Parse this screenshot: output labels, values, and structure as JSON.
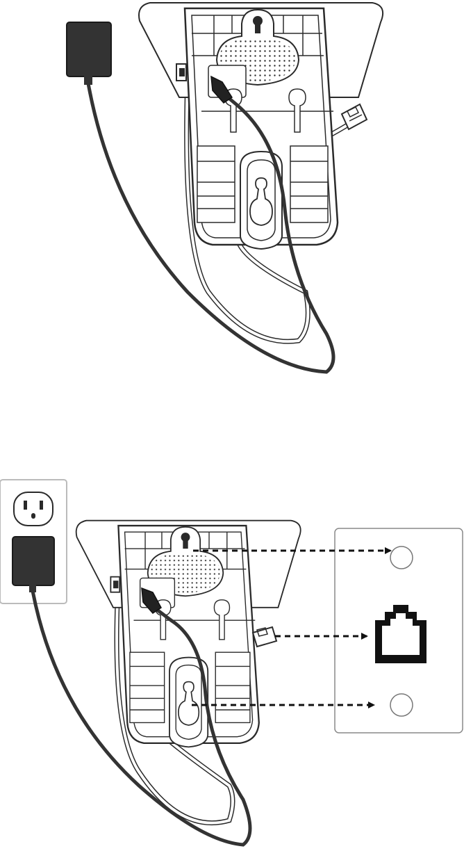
{
  "diagram": {
    "panels": [
      {
        "name": "step-1-connect-cords",
        "components": [
          "power-adapter",
          "power-cord",
          "telephone-line-cord",
          "telephone-base-bottom",
          "line-cord-plug"
        ]
      },
      {
        "name": "step-2-wall-mount",
        "components": [
          "electrical-outlet",
          "power-adapter",
          "power-cord",
          "telephone-line-cord",
          "telephone-base-bottom",
          "wall-plate",
          "wall-plate-mounting-stud-top",
          "wall-plate-phone-jack",
          "wall-plate-mounting-stud-bottom"
        ]
      }
    ],
    "connections": [
      {
        "from": "upper-mounting-slot",
        "to": "wall-plate-mounting-stud-top",
        "style": "dashed-arrow"
      },
      {
        "from": "line-cord-plug",
        "to": "wall-plate-phone-jack",
        "style": "dashed-arrow"
      },
      {
        "from": "lower-mounting-slot",
        "to": "wall-plate-mounting-stud-bottom",
        "style": "dashed-arrow"
      }
    ],
    "colors": {
      "outline": "#2a2a2a",
      "power_adapter": "#333333",
      "power_cord": "#333333",
      "line_cord": "#ffffff",
      "plate_fill": "#ffffff",
      "plate_stroke": "#888888",
      "jack_fill": "#111111",
      "stud_fill": "#ffffff"
    }
  }
}
